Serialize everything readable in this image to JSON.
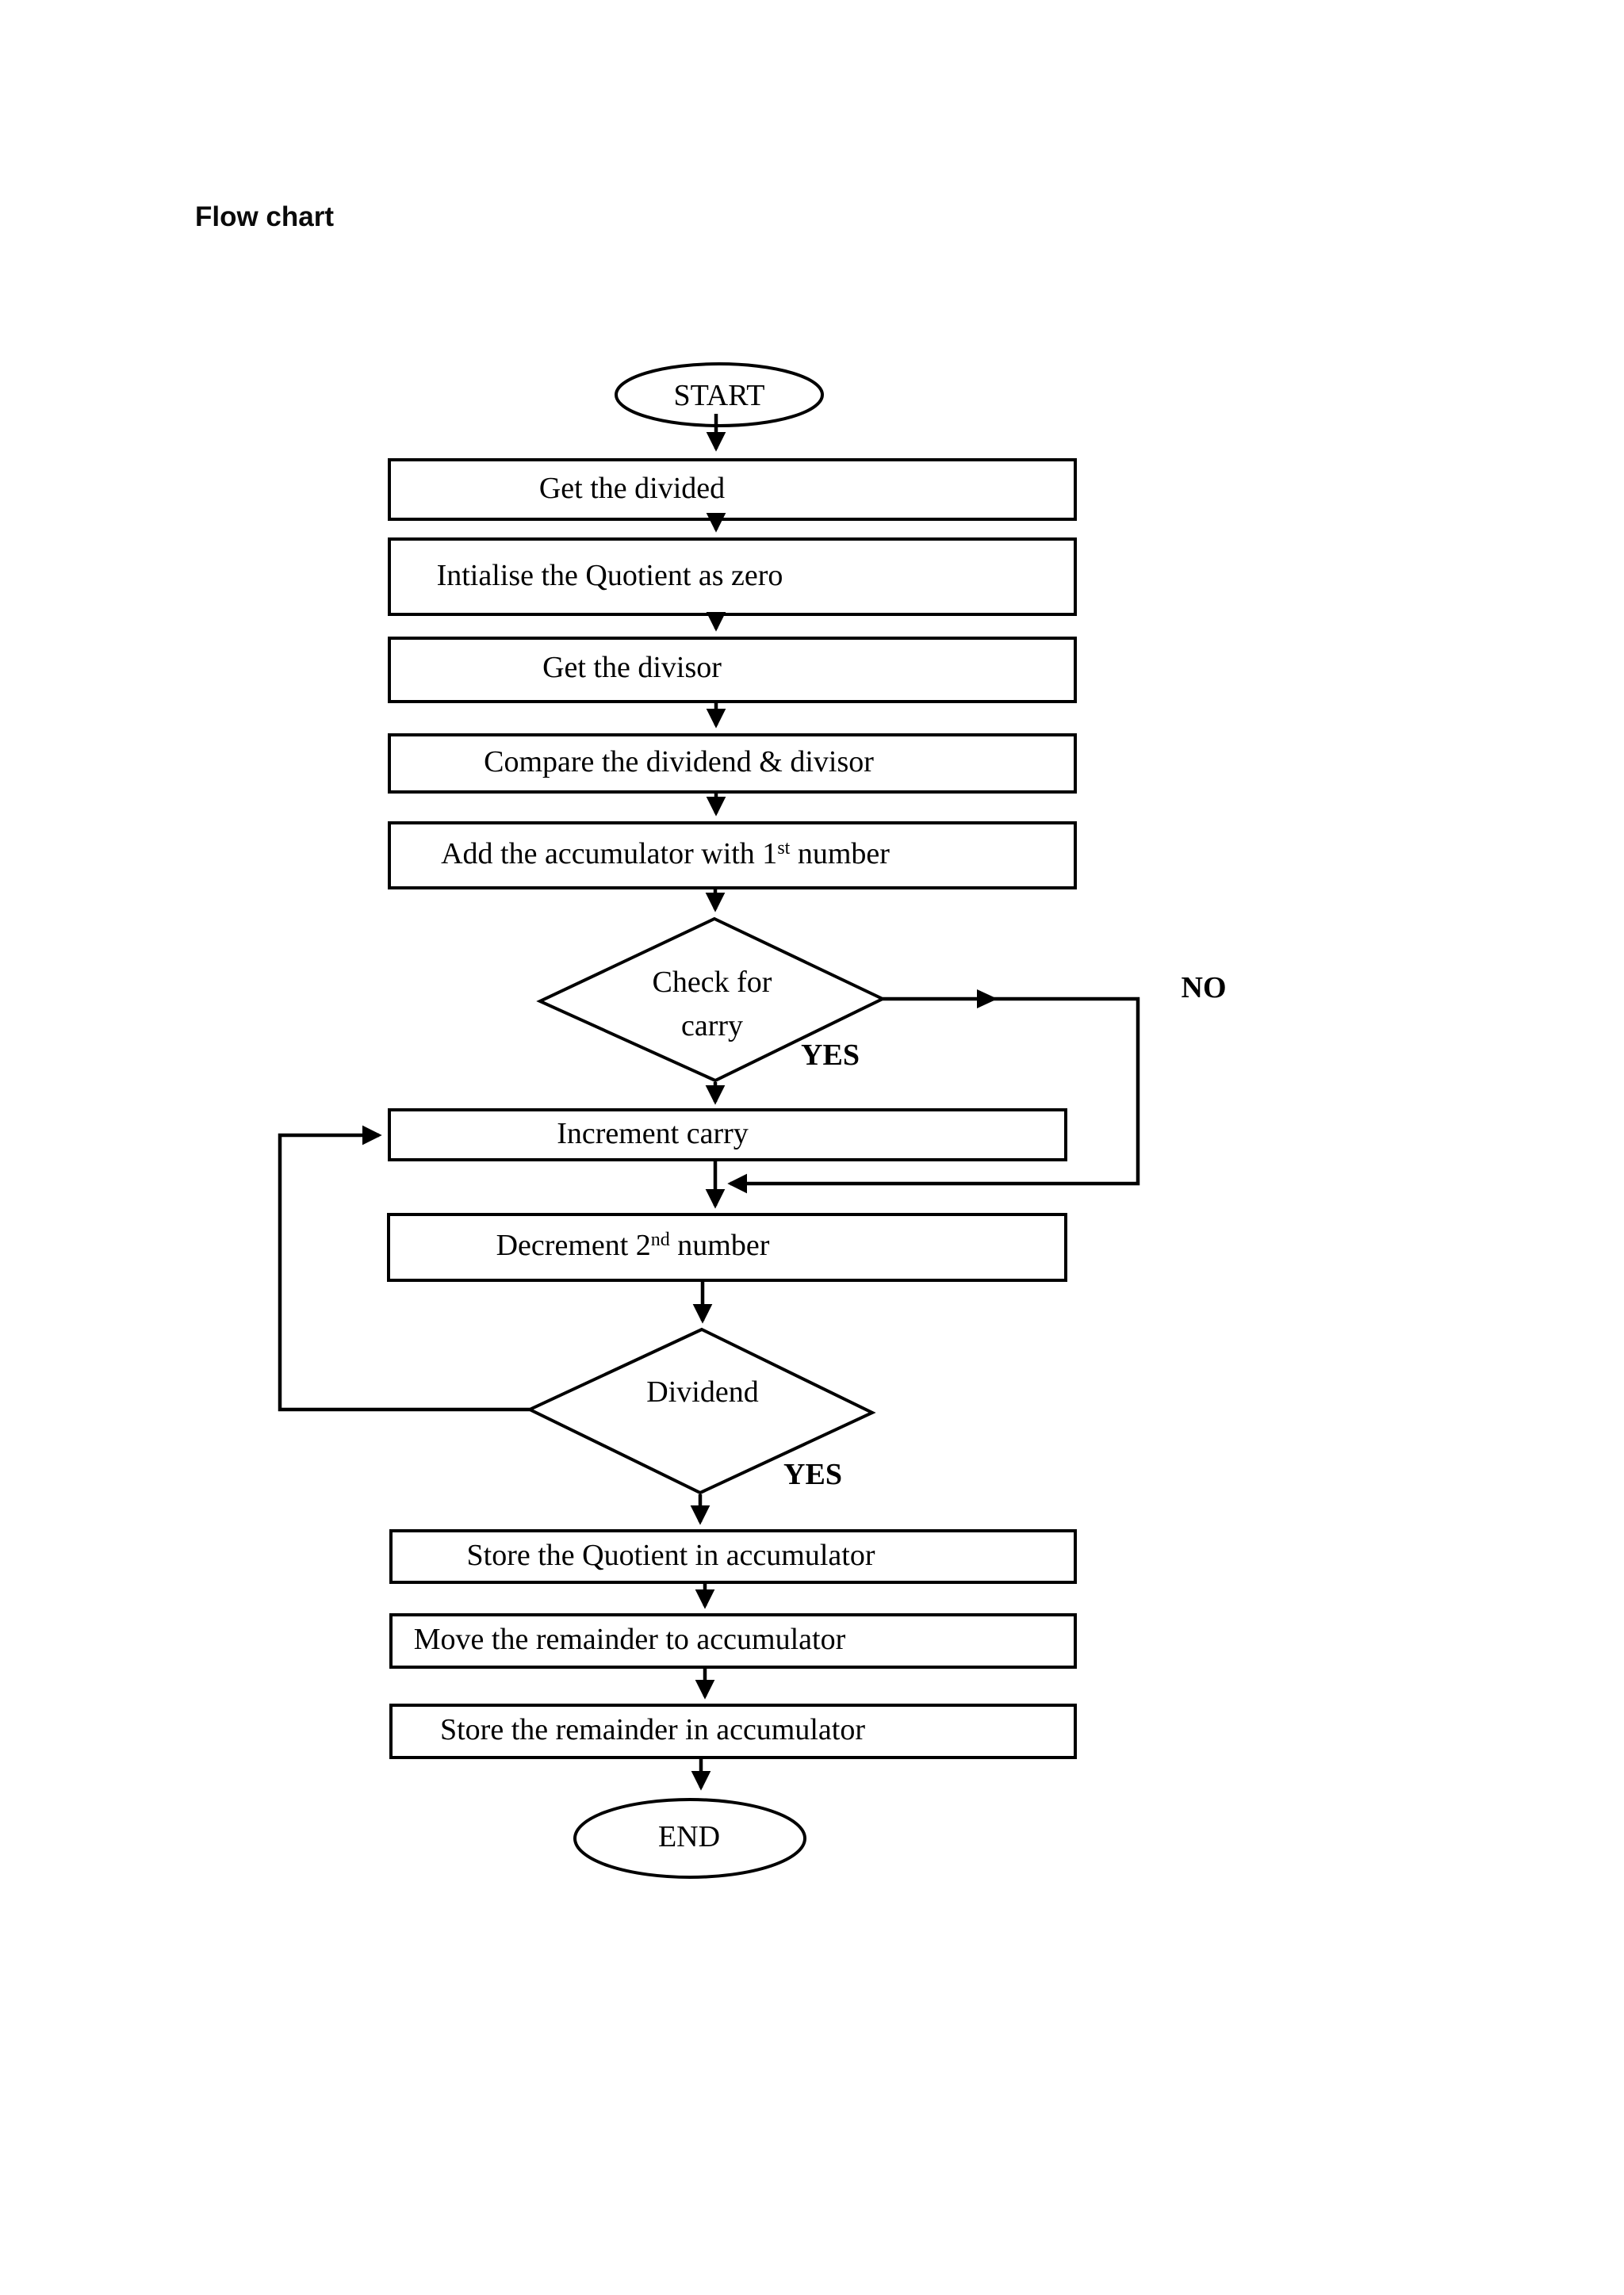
{
  "page": {
    "title": "Flow chart"
  },
  "nodes": {
    "start": "START",
    "step1": "Get the divided",
    "step2": "Intialise the Quotient as zero",
    "step3": "Get the divisor",
    "step4": "Compare the dividend & divisor",
    "step5_pre": "Add the accumulator with 1",
    "step5_sup": "st",
    "step5_post": " number",
    "decision1_line1": "Check for",
    "decision1_line2": "carry",
    "step6": "Increment carry",
    "step7_pre": "Decrement 2",
    "step7_sup": "nd",
    "step7_post": " number",
    "decision2": "Dividend",
    "step8": "Store the Quotient in accumulator",
    "step9": "Move the remainder to accumulator",
    "step10": "Store the remainder in accumulator",
    "end": "END"
  },
  "labels": {
    "decision1_yes": "YES",
    "decision1_no": "NO",
    "decision2_yes": "YES"
  },
  "colors": {
    "ink": "#000000",
    "background": "#ffffff"
  }
}
